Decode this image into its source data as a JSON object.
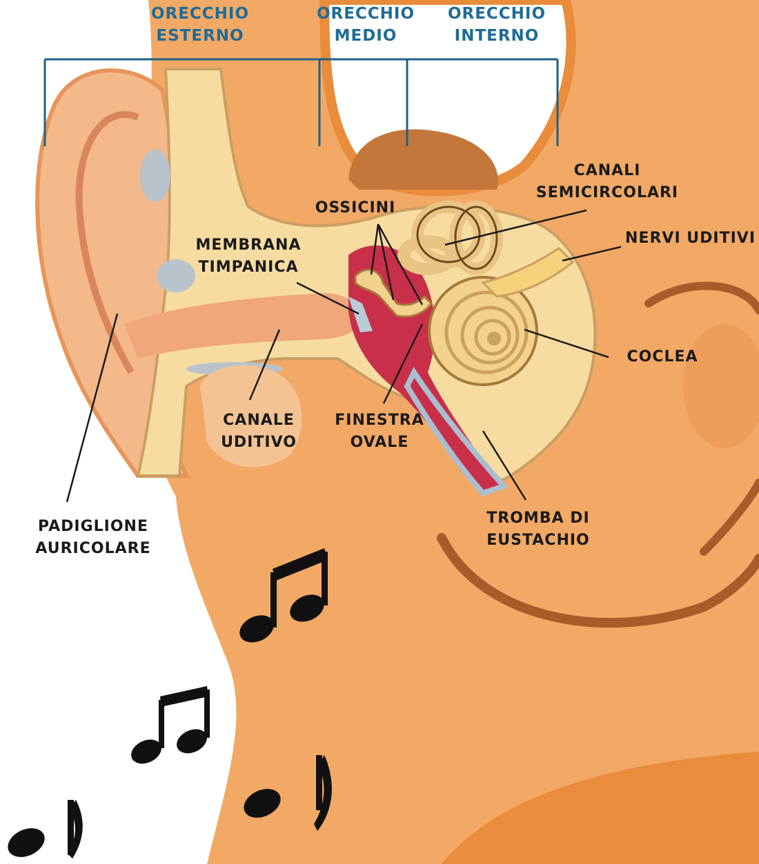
{
  "sections": {
    "external": [
      "Orecchio",
      "esterno"
    ],
    "middle": [
      "Orecchio",
      "medio"
    ],
    "inner": [
      "Orecchio",
      "interno"
    ]
  },
  "labels": {
    "ossicles": [
      "Ossicini"
    ],
    "semicircular_canals": [
      "Canali",
      "semicircolari"
    ],
    "auditory_nerves": [
      "Nervi uditivi"
    ],
    "tympanic_membrane": [
      "Membrana",
      "timpanica"
    ],
    "cochlea": [
      "Coclea"
    ],
    "auditory_canal": [
      "Canale",
      "uditivo"
    ],
    "oval_window": [
      "Finestra",
      "ovale"
    ],
    "eustachian_tube": [
      "Tromba di",
      "Eustachio"
    ],
    "pinna": [
      "Padiglione",
      "auricolare"
    ]
  },
  "colors": {
    "skin": "#f2a966",
    "skin_dark": "#e98c3c",
    "bone": "#f6dca0",
    "bracket": "#1f5f86",
    "section_text": "#1f6b96",
    "flesh": "#c8304a",
    "note": "#111111"
  }
}
